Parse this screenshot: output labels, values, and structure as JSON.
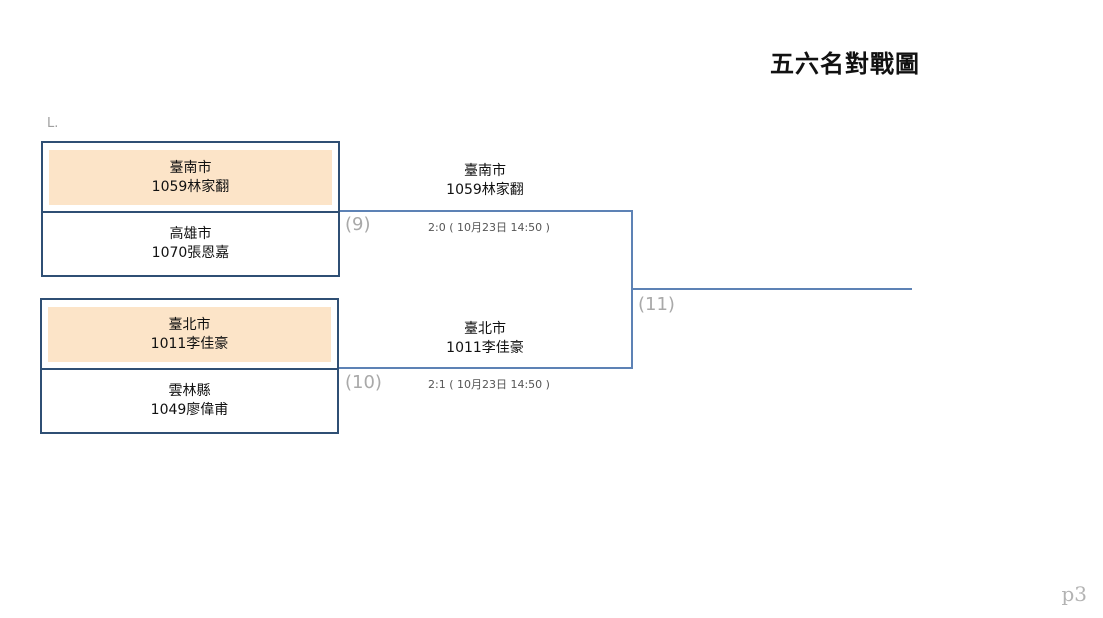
{
  "title": "五六名對戰圖",
  "bracket_tag": "L.",
  "page_number": "p3",
  "colors": {
    "box_border": "#2f4f74",
    "winner_fill": "#fce4c8",
    "connector": "#5d82b5"
  },
  "matches": [
    {
      "number": "(9)",
      "top": {
        "city": "臺南市",
        "player": "1059林家翻"
      },
      "bottom": {
        "city": "高雄市",
        "player": "1070張恩嘉"
      },
      "winner": {
        "city": "臺南市",
        "player": "1059林家翻"
      },
      "score": "2:0 ( 10月23日 14:50 )"
    },
    {
      "number": "(10)",
      "top": {
        "city": "臺北市",
        "player": "1011李佳豪"
      },
      "bottom": {
        "city": "雲林縣",
        "player": "1049廖偉甫"
      },
      "winner": {
        "city": "臺北市",
        "player": "1011李佳豪"
      },
      "score": "2:1 ( 10月23日 14:50 )"
    }
  ],
  "final": {
    "number": "(11)"
  }
}
